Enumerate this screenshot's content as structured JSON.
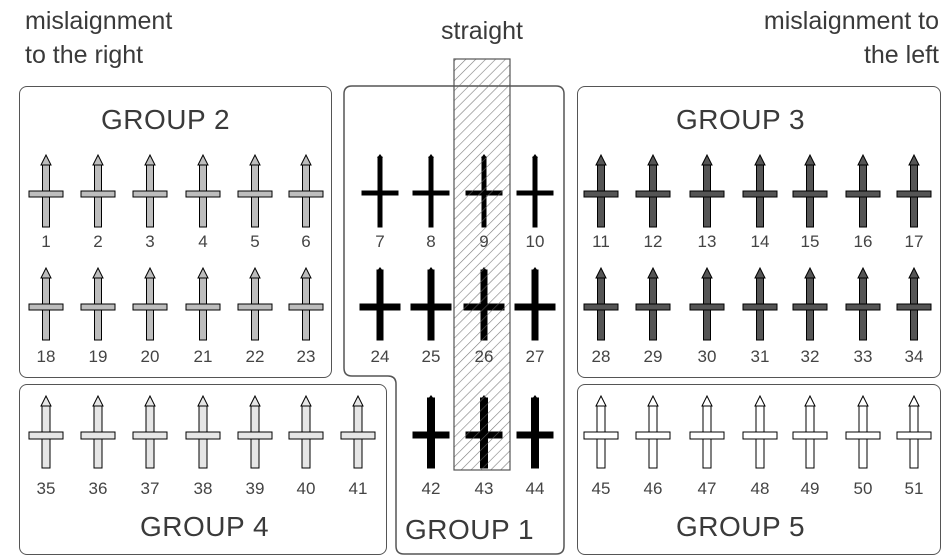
{
  "headers": {
    "left_line1": "mislaignment",
    "left_line2": "to the right",
    "center": "straight",
    "right_line1": "mislaignment to",
    "right_line2": "the left"
  },
  "groups": {
    "g1": "GROUP 1",
    "g2": "GROUP 2",
    "g3": "GROUP 3",
    "g4": "GROUP 4",
    "g5": "GROUP 5"
  },
  "specimens": [
    {
      "n": "1",
      "style": "g2",
      "row": 0,
      "col": 0
    },
    {
      "n": "2",
      "style": "g2",
      "row": 0,
      "col": 1
    },
    {
      "n": "3",
      "style": "g2",
      "row": 0,
      "col": 2
    },
    {
      "n": "4",
      "style": "g2",
      "row": 0,
      "col": 3
    },
    {
      "n": "5",
      "style": "g2",
      "row": 0,
      "col": 4
    },
    {
      "n": "6",
      "style": "g2",
      "row": 0,
      "col": 5
    },
    {
      "n": "7",
      "style": "g1",
      "row": 0,
      "col": 6
    },
    {
      "n": "8",
      "style": "g1",
      "row": 0,
      "col": 7
    },
    {
      "n": "9",
      "style": "g1",
      "row": 0,
      "col": 8
    },
    {
      "n": "10",
      "style": "g1",
      "row": 0,
      "col": 9
    },
    {
      "n": "11",
      "style": "g3",
      "row": 0,
      "col": 10
    },
    {
      "n": "12",
      "style": "g3",
      "row": 0,
      "col": 11
    },
    {
      "n": "13",
      "style": "g3",
      "row": 0,
      "col": 12
    },
    {
      "n": "14",
      "style": "g3",
      "row": 0,
      "col": 13
    },
    {
      "n": "15",
      "style": "g3",
      "row": 0,
      "col": 14
    },
    {
      "n": "16",
      "style": "g3",
      "row": 0,
      "col": 15
    },
    {
      "n": "17",
      "style": "g3",
      "row": 0,
      "col": 16
    },
    {
      "n": "18",
      "style": "g2",
      "row": 1,
      "col": 0
    },
    {
      "n": "19",
      "style": "g2",
      "row": 1,
      "col": 1
    },
    {
      "n": "20",
      "style": "g2",
      "row": 1,
      "col": 2
    },
    {
      "n": "21",
      "style": "g2",
      "row": 1,
      "col": 3
    },
    {
      "n": "22",
      "style": "g2",
      "row": 1,
      "col": 4
    },
    {
      "n": "23",
      "style": "g2",
      "row": 1,
      "col": 5
    },
    {
      "n": "24",
      "style": "g1b",
      "row": 1,
      "col": 6
    },
    {
      "n": "25",
      "style": "g1b",
      "row": 1,
      "col": 7
    },
    {
      "n": "26",
      "style": "g1b",
      "row": 1,
      "col": 8
    },
    {
      "n": "27",
      "style": "g1b",
      "row": 1,
      "col": 9
    },
    {
      "n": "28",
      "style": "g3",
      "row": 1,
      "col": 10
    },
    {
      "n": "29",
      "style": "g3",
      "row": 1,
      "col": 11
    },
    {
      "n": "30",
      "style": "g3",
      "row": 1,
      "col": 12
    },
    {
      "n": "31",
      "style": "g3",
      "row": 1,
      "col": 13
    },
    {
      "n": "32",
      "style": "g3",
      "row": 1,
      "col": 14
    },
    {
      "n": "33",
      "style": "g3",
      "row": 1,
      "col": 15
    },
    {
      "n": "34",
      "style": "g3",
      "row": 1,
      "col": 16
    },
    {
      "n": "35",
      "style": "g4",
      "row": 2,
      "col": 0
    },
    {
      "n": "36",
      "style": "g4",
      "row": 2,
      "col": 1
    },
    {
      "n": "37",
      "style": "g4",
      "row": 2,
      "col": 2
    },
    {
      "n": "38",
      "style": "g4",
      "row": 2,
      "col": 3
    },
    {
      "n": "39",
      "style": "g4",
      "row": 2,
      "col": 4
    },
    {
      "n": "40",
      "style": "g4",
      "row": 2,
      "col": 5
    },
    {
      "n": "41",
      "style": "g4",
      "row": 2,
      "col": 6
    },
    {
      "n": "42",
      "style": "g1c",
      "row": 2,
      "col": 7
    },
    {
      "n": "43",
      "style": "g1c",
      "row": 2,
      "col": 8
    },
    {
      "n": "44",
      "style": "g1c",
      "row": 2,
      "col": 9
    },
    {
      "n": "45",
      "style": "g5",
      "row": 2,
      "col": 10
    },
    {
      "n": "46",
      "style": "g5",
      "row": 2,
      "col": 11
    },
    {
      "n": "47",
      "style": "g5",
      "row": 2,
      "col": 12
    },
    {
      "n": "48",
      "style": "g5",
      "row": 2,
      "col": 13
    },
    {
      "n": "49",
      "style": "g5",
      "row": 2,
      "col": 14
    },
    {
      "n": "50",
      "style": "g5",
      "row": 2,
      "col": 15
    },
    {
      "n": "51",
      "style": "g5",
      "row": 2,
      "col": 16
    }
  ],
  "styles": {
    "g1": {
      "fill": "#000000"
    },
    "g1b": {
      "fill": "#000000"
    },
    "g1c": {
      "fill": "#000000"
    },
    "g2": {
      "fill": "#bdbdbd"
    },
    "g3": {
      "fill": "#555555"
    },
    "g4": {
      "fill": "#e6e6e6"
    },
    "g5": {
      "fill": "#ffffff"
    }
  }
}
